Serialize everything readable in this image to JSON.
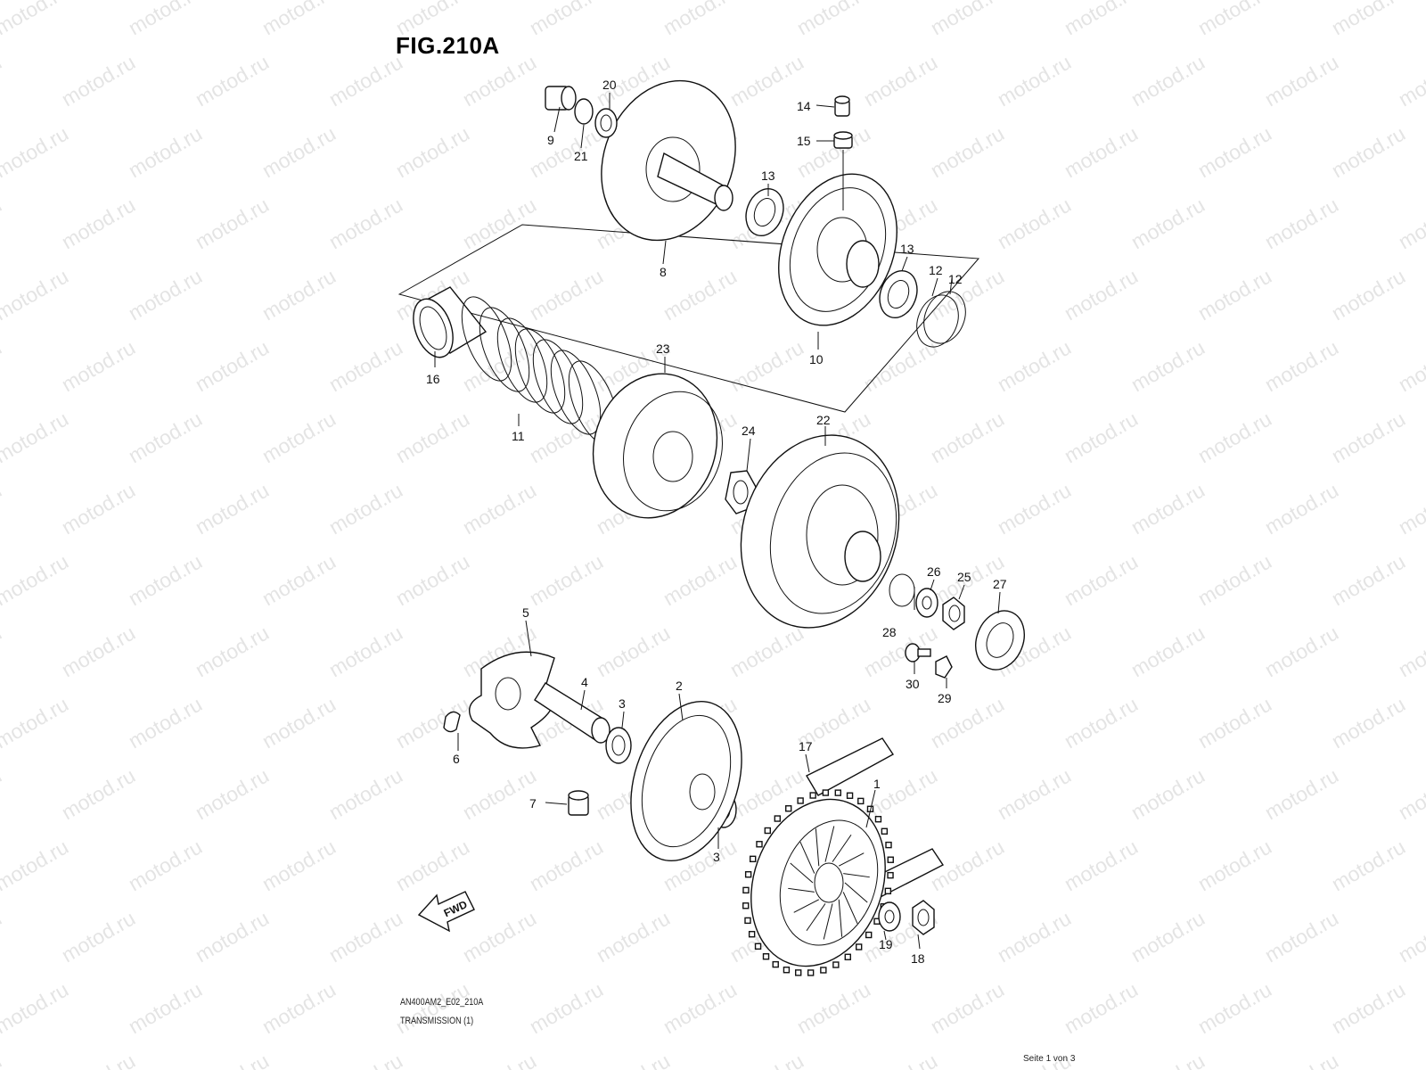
{
  "figure": {
    "title": "FIG.210A",
    "code": "AN400AM2_E02_210A",
    "caption": "TRANSMISSION (1)",
    "page_indicator": "Seite 1 von 3",
    "fwd_label": "FWD",
    "watermark": "motod.ru"
  },
  "callouts": [
    "1",
    "2",
    "3",
    "3",
    "4",
    "5",
    "6",
    "7",
    "8",
    "9",
    "10",
    "11",
    "12",
    "12",
    "13",
    "13",
    "14",
    "15",
    "16",
    "17",
    "18",
    "19",
    "20",
    "21",
    "22",
    "23",
    "24",
    "25",
    "26",
    "27",
    "28",
    "29",
    "30"
  ],
  "colors": {
    "line": "#111111",
    "watermark": "#cfcfcf",
    "background": "#ffffff"
  }
}
